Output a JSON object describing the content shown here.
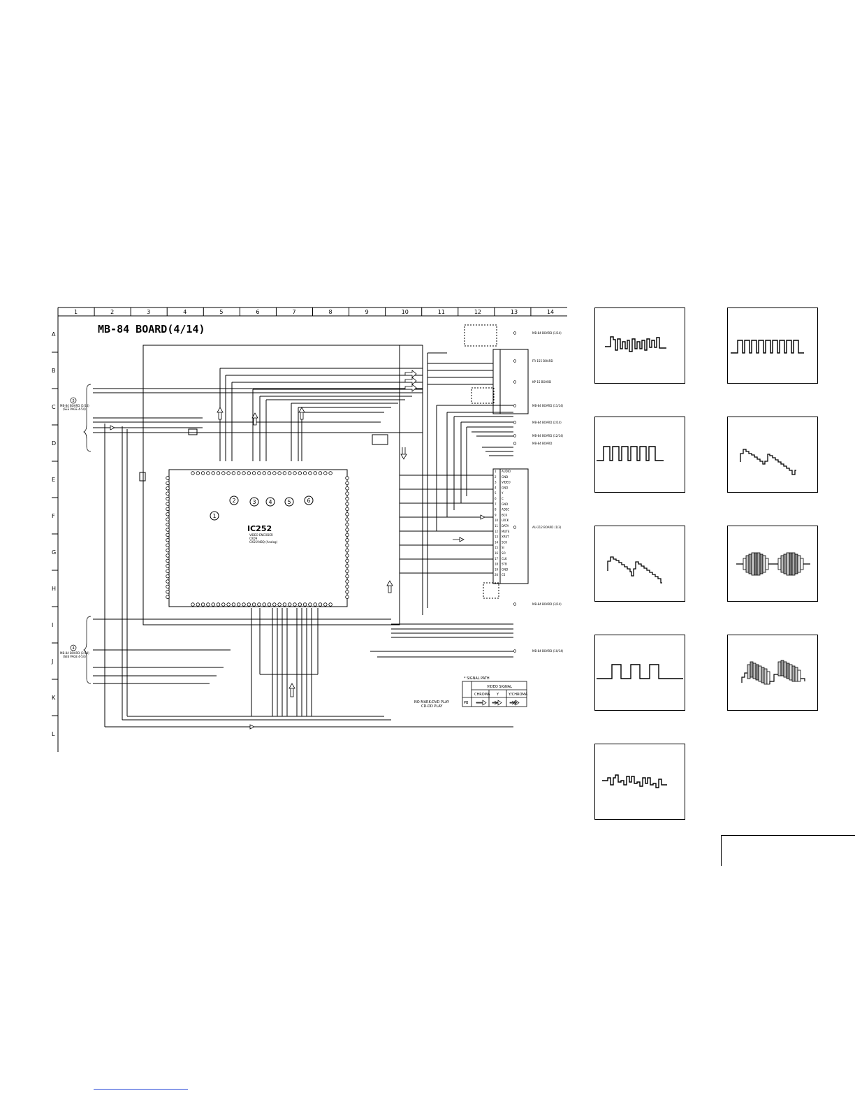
{
  "board_title": "MB-84 BOARD(4/14)",
  "ic": {
    "ref": "IC252",
    "part": "VIDEO ENCODER",
    "lines": [
      "CXD9",
      "CXD1948Q (Analog)"
    ]
  },
  "grid_columns": [
    "1",
    "2",
    "3",
    "4",
    "5",
    "6",
    "7",
    "8",
    "9",
    "10",
    "11",
    "12",
    "13",
    "14"
  ],
  "grid_rows": [
    "A",
    "B",
    "C",
    "D",
    "E",
    "F",
    "G",
    "H",
    "I",
    "J",
    "K",
    "L"
  ],
  "test_points": [
    "1",
    "2",
    "3",
    "4",
    "5",
    "6"
  ],
  "left_refs": {
    "upper_num": "5",
    "upper": [
      "MB-84 BOARD (5/14)",
      "(SEE PAGE 4-54)"
    ],
    "lower_num": "4",
    "lower": [
      "MB-84 BOARD (3/14)",
      "(SEE PAGE 4-54)"
    ]
  },
  "right_refs": [
    "MB-84 BOARD (1/14)",
    "FR-155 BOARD",
    "KP-15 BOARD",
    "MB-84 BOARD (11/14)",
    "MB-84 BOARD (2/14)",
    "MB-84 BOARD (12/14)",
    "MB-84 BOARD",
    "AU-212 BOARD (1/3)",
    "MB-84 BOARD (3/14)",
    "MB-84 BOARD (10/14)"
  ],
  "connector_labels": [
    "AUDIO",
    "GND",
    "VIDEO",
    "GND",
    "Y",
    "C",
    "GND",
    "ADEC",
    "BCK",
    "LRCK",
    "DATA",
    "MUTE",
    "XRST",
    "SCK",
    "SI",
    "SO",
    "CLK",
    "STB",
    "GND",
    "CS"
  ],
  "signal_path": {
    "title": "* SIGNAL PATH",
    "header": "VIDEO SIGNAL",
    "columns": [
      "CHROMA",
      "Y",
      "Y/CHROMA"
    ],
    "row_label": "PB",
    "note_lines": [
      "NO MARK:DVD PLAY",
      "CD-DD PLAY"
    ]
  },
  "waveforms": [
    {
      "id": "wf-1",
      "shape": "stepped-square"
    },
    {
      "id": "wf-2",
      "shape": "square-dense"
    },
    {
      "id": "wf-3",
      "shape": "square"
    },
    {
      "id": "wf-4",
      "shape": "staircase-down"
    },
    {
      "id": "wf-5",
      "shape": "staircase-down"
    },
    {
      "id": "wf-6",
      "shape": "burst-envelope"
    },
    {
      "id": "wf-7",
      "shape": "square-wide"
    },
    {
      "id": "wf-8",
      "shape": "staircase-burst"
    },
    {
      "id": "wf-9",
      "shape": "stepped-square"
    }
  ],
  "colors": {
    "ink": "#000000",
    "link": "#2b4bd8",
    "paper": "#ffffff"
  }
}
